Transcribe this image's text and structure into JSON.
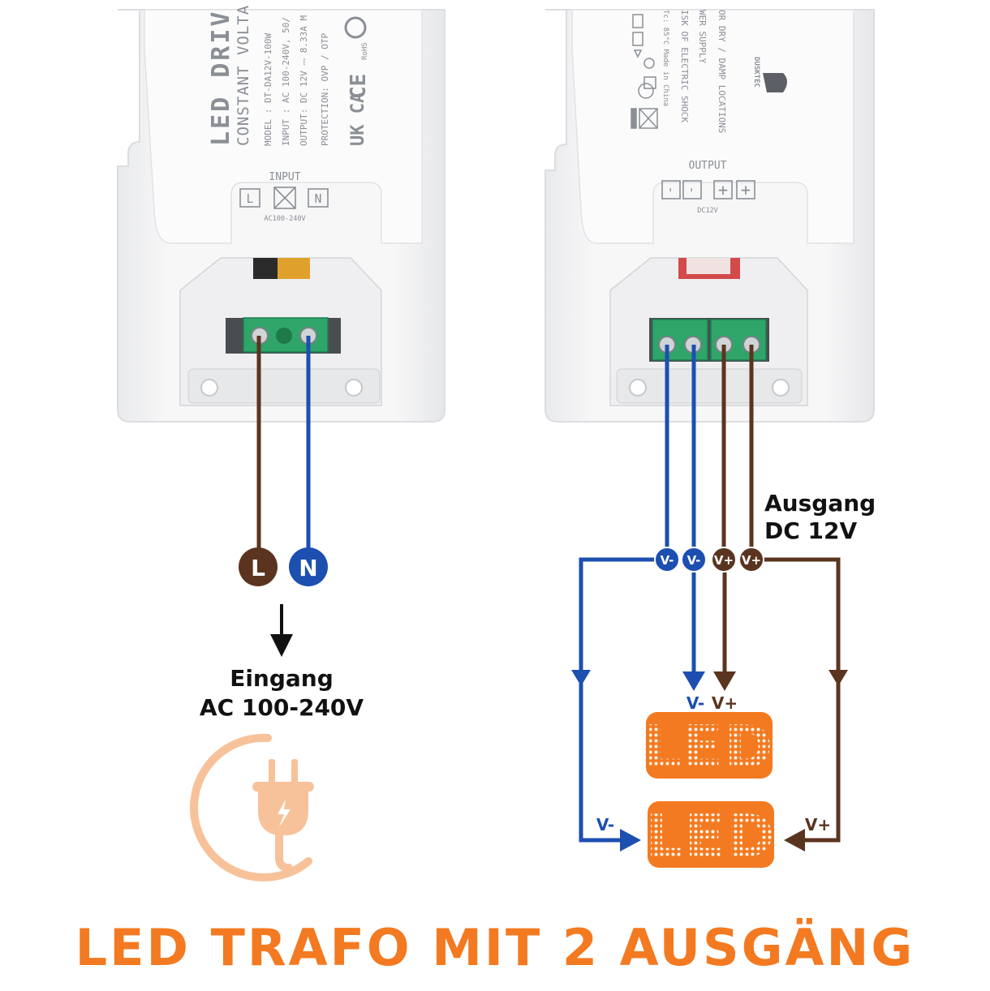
{
  "left_driver": {
    "label_lines": [
      "LED DRIV",
      "CONSTANT VOLTA",
      "MODEL : DT-DA12V-100W",
      "INPUT : AC 100-240V, 50/",
      "OUTPUT: DC 12V ⎓ 8.33A M",
      "PROTECTION: OVP / OTP"
    ],
    "marks": [
      "UK CA",
      "CE",
      "RoHS"
    ],
    "port_title": "INPUT",
    "port_symbols": [
      "L",
      "N"
    ],
    "port_spec": "AC100-240V"
  },
  "right_driver": {
    "label_lines": [
      "OR DRY / DAMP LOCATIONS",
      "WER SUPPLY",
      "ISK OF ELECTRIC SHOCK",
      "Tc: 85°C  Made in China"
    ],
    "brand": "DUSKTEC",
    "port_title": "OUTPUT",
    "port_symbols": [
      "-",
      "-",
      "+",
      "+"
    ],
    "port_spec": "DC12V"
  },
  "input": {
    "wire_l": "L",
    "wire_n": "N",
    "title_line1": "Eingang",
    "title_line2": "AC 100-240V"
  },
  "output": {
    "title_line1": "Ausgang",
    "title_line2": "DC 12V",
    "terminal_labels": [
      "V-",
      "V-",
      "V+",
      "V+"
    ],
    "led_label": "LED",
    "led1_polarity_neg": "V-",
    "led1_polarity_pos": "V+",
    "led2_side_neg": "V-",
    "led2_side_pos": "V+"
  },
  "headline": "LED TRAFO MIT 2 AUSGÄNG",
  "colors": {
    "brown": "#5b3420",
    "blue": "#1c4fb0",
    "orange": "#f37a21",
    "plug_peach": "#f7c29a",
    "terminal_green": "#2fa56a"
  }
}
